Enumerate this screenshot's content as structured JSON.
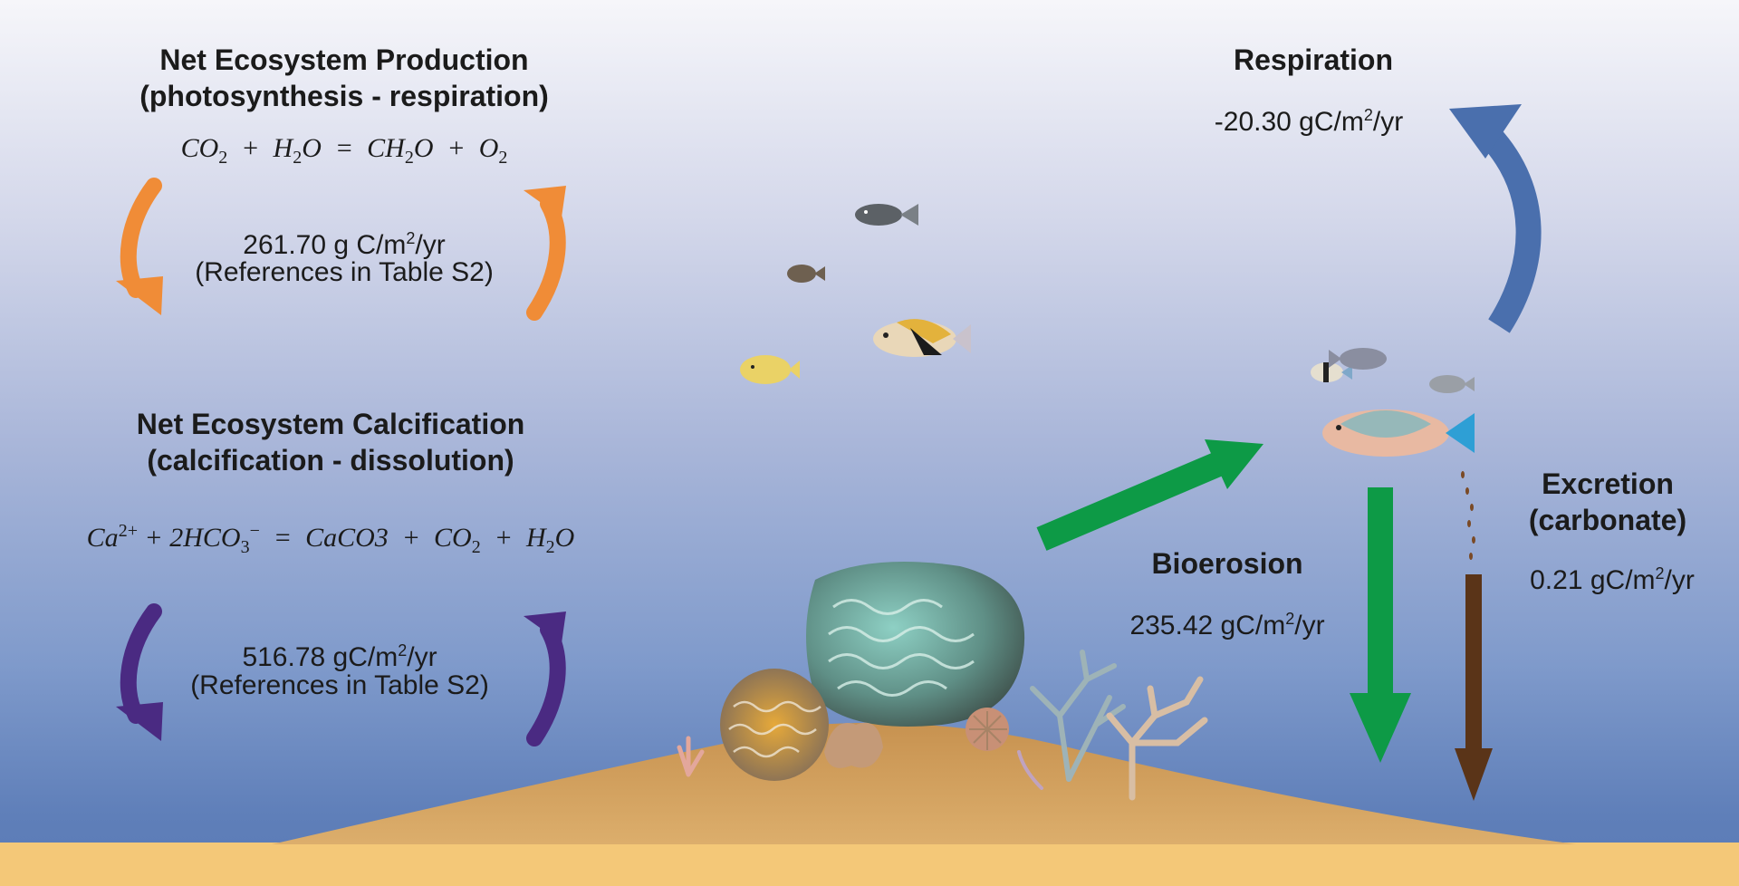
{
  "nep": {
    "title_line1": "Net Ecosystem Production",
    "title_line2": "(photosynthesis - respiration)",
    "equation": {
      "a": "CO",
      "a_sub": "2",
      "b": "H",
      "b_sub": "2",
      "b_tail": "O",
      "c": "CH",
      "c_sub": "2",
      "c_tail": "O",
      "d": "O",
      "d_sub": "2",
      "plus": "+",
      "eq": "="
    },
    "value_pre": "261.70 g C/m",
    "value_sup": "2",
    "value_post": "/yr",
    "reference": "(References in Table S2)"
  },
  "nec": {
    "title_line1": "Net Ecosystem Calcification",
    "title_line2": "(calcification - dissolution)",
    "equation": {
      "a": "Ca",
      "a_sup": "2+",
      "b": "+ 2HCO",
      "b_sub": "3",
      "b_sup": "−",
      "eq": "=",
      "c": "CaCO3",
      "plus": "+",
      "d": "CO",
      "d_sub": "2",
      "e": "H",
      "e_sub": "2",
      "e_tail": "O"
    },
    "value_pre": "516.78 gC/m",
    "value_sup": "2",
    "value_post": "/yr",
    "reference": "(References in Table S2)"
  },
  "respiration": {
    "title": "Respiration",
    "value_pre": "-20.30 gC/m",
    "value_sup": "2",
    "value_post": "/yr"
  },
  "bioerosion": {
    "title": "Bioerosion",
    "value_pre": "235.42 gC/m",
    "value_sup": "2",
    "value_post": "/yr"
  },
  "excretion": {
    "title_line1": "Excretion",
    "title_line2": "(carbonate)",
    "value_pre": "0.21 gC/m",
    "value_sup": "2",
    "value_post": "/yr"
  },
  "colors": {
    "nep_arrows": "#f08c37",
    "nec_arrows": "#4a2a82",
    "respiration_arrow": "#4a6fad",
    "bioerosion_arrows": "#0d9a46",
    "excretion_arrow": "#5a3418",
    "sand": "#d6a45c",
    "seafloor": "#f4c878"
  }
}
